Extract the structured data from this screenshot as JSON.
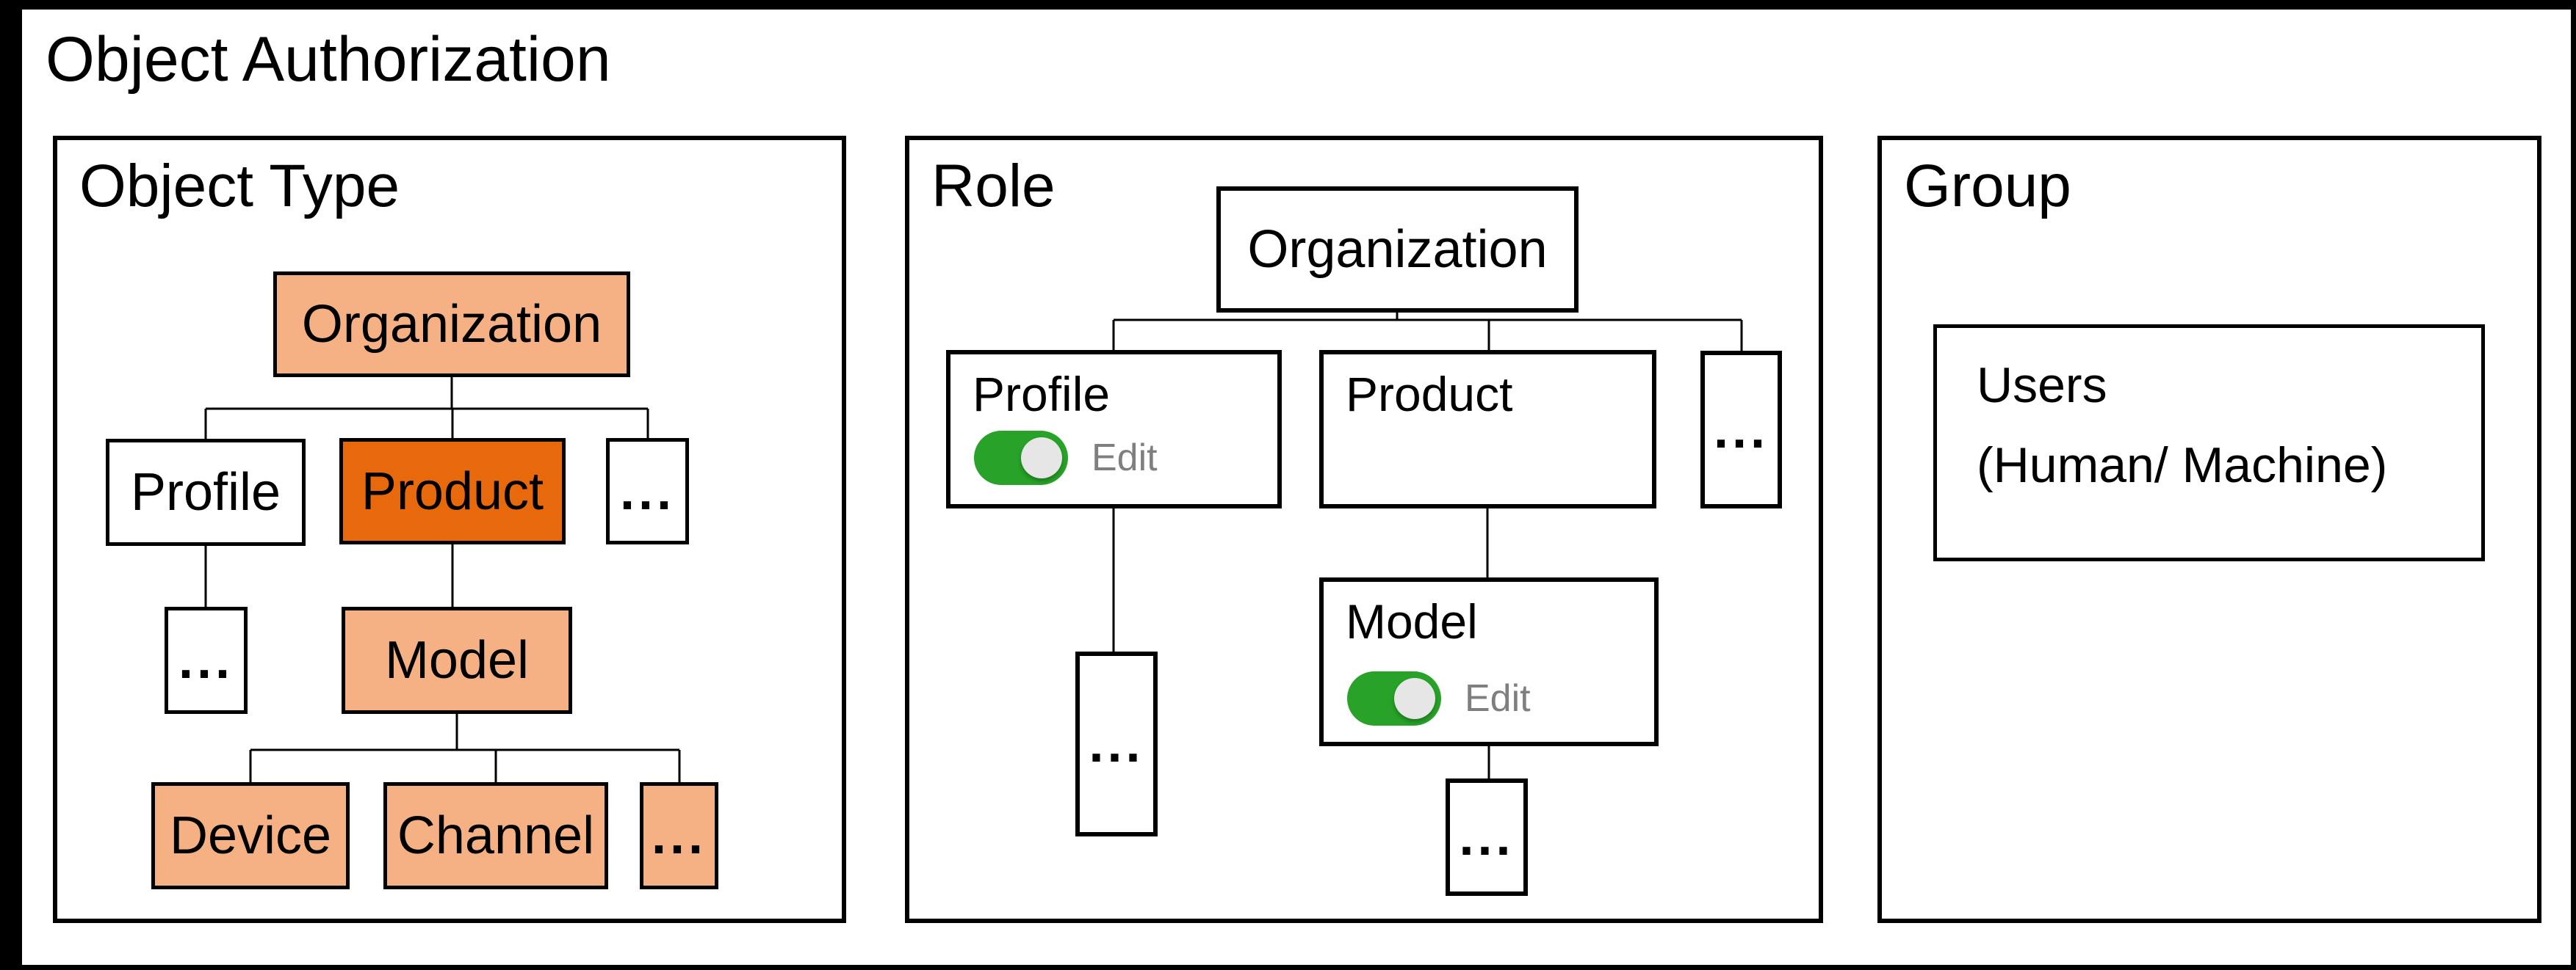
{
  "title": "Object Authorization",
  "colors": {
    "light_orange": "#F5B183",
    "dark_orange": "#E8690B",
    "toggle_green": "#28A228",
    "toggle_knob": "#E6E6E6",
    "edit_gray": "#7f7f7f",
    "line_black": "#000000"
  },
  "panels": {
    "object_type": {
      "title": "Object Type",
      "nodes": {
        "organization": "Organization",
        "profile": "Profile",
        "product": "Product",
        "dots_top": "...",
        "dots_profile": "...",
        "model": "Model",
        "device": "Device",
        "channel": "Channel",
        "dots_model": "..."
      }
    },
    "role": {
      "title": "Role",
      "nodes": {
        "organization": "Organization",
        "profile": "Profile",
        "product": "Product",
        "model": "Model",
        "dots_top": "...",
        "dots_profile": "...",
        "dots_model": "..."
      },
      "profile_toggle_label": "Edit",
      "model_toggle_label": "Edit",
      "profile_toggle_state": "on",
      "model_toggle_state": "on"
    },
    "group": {
      "title": "Group",
      "users_line1": "Users",
      "users_line2": "(Human/ Machine)"
    }
  }
}
